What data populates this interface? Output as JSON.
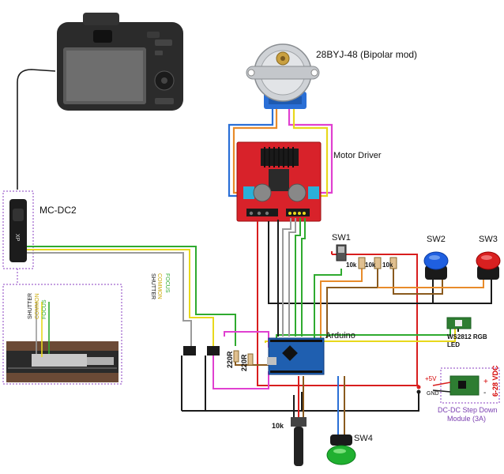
{
  "labels": {
    "motor": "28BYJ-48 (Bipolar mod)",
    "motor_driver": "Motor Driver",
    "remote": "MC-DC2",
    "remote_logo": "XP",
    "sw1": "SW1",
    "sw2": "SW2",
    "sw3": "SW3",
    "sw4": "SW4",
    "r1": "10k",
    "r2": "10k",
    "r3": "10k",
    "pot": "10k",
    "r_220a": "220R",
    "r_220b": "220R",
    "arduino": "Arduino",
    "led": "WS2812 RGB LED",
    "vplus": "+5V",
    "gnd": "GND",
    "vin": "6-28 VDC",
    "vin_plus": "+",
    "vin_minus": "-",
    "dcdc": "DC-DC Step Down Module (3A)",
    "wire_shutter": "SHUTTER",
    "wire_common": "COMMON",
    "wire_focus": "FOCUS",
    "photo_shutter": "SHUTTER",
    "photo_common": "COMMON",
    "photo_focus": "FOCUS"
  },
  "colors": {
    "wire_red": "#d81e1e",
    "wire_black": "#1a1a1a",
    "wire_green": "#2faa2f",
    "wire_yellow": "#e8d81c",
    "wire_blue": "#2a6fd6",
    "wire_orange": "#e88b2a",
    "wire_pink": "#e040d0",
    "wire_purple": "#8a3fc0",
    "wire_brown": "#8a5a1e",
    "wire_gray": "#9a9a9a",
    "driver_board": "#d8222a",
    "arduino_board": "#1f5fb0",
    "button_blue": "#1f5fe0",
    "button_red": "#d82020",
    "button_green": "#20b030",
    "dashed_box": "#8a3fc0"
  }
}
